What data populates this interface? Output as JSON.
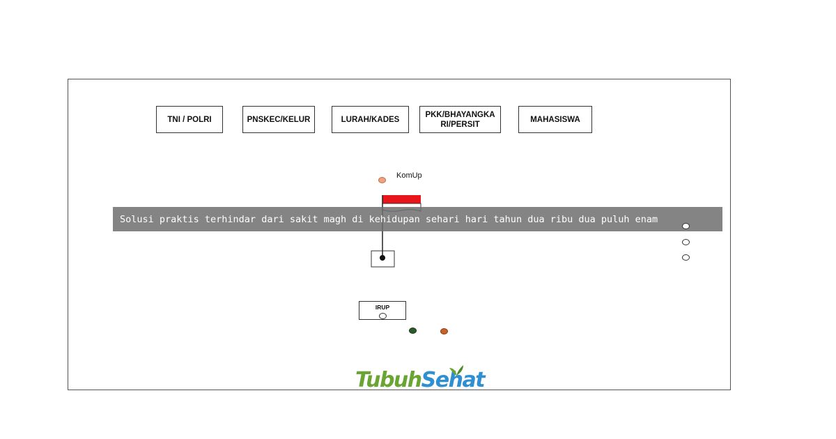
{
  "groups": [
    {
      "label": "TNI / POLRI"
    },
    {
      "label": "PNSKEC/KELUR"
    },
    {
      "label": "LURAH/KADES"
    },
    {
      "label": "PKK/BHAYANGKARI/PERSIT"
    },
    {
      "label": "MAHASISWA"
    }
  ],
  "komup_label": "KomUp",
  "irup_label": "IRUP",
  "caption": "Solusi praktis terhindar dari sakit magh di kehidupan sehari hari tahun dua ribu dua puluh enam",
  "logo": {
    "part1": "Tubuh",
    "part2": "Sehat",
    "color1": "#6aa534",
    "color2": "#2f8fd0"
  },
  "colors": {
    "komup_dot": "#f0a27a",
    "flag_red": "#e8151b",
    "green_dot": "#2e5a2a",
    "orange_dot": "#c8602a"
  }
}
